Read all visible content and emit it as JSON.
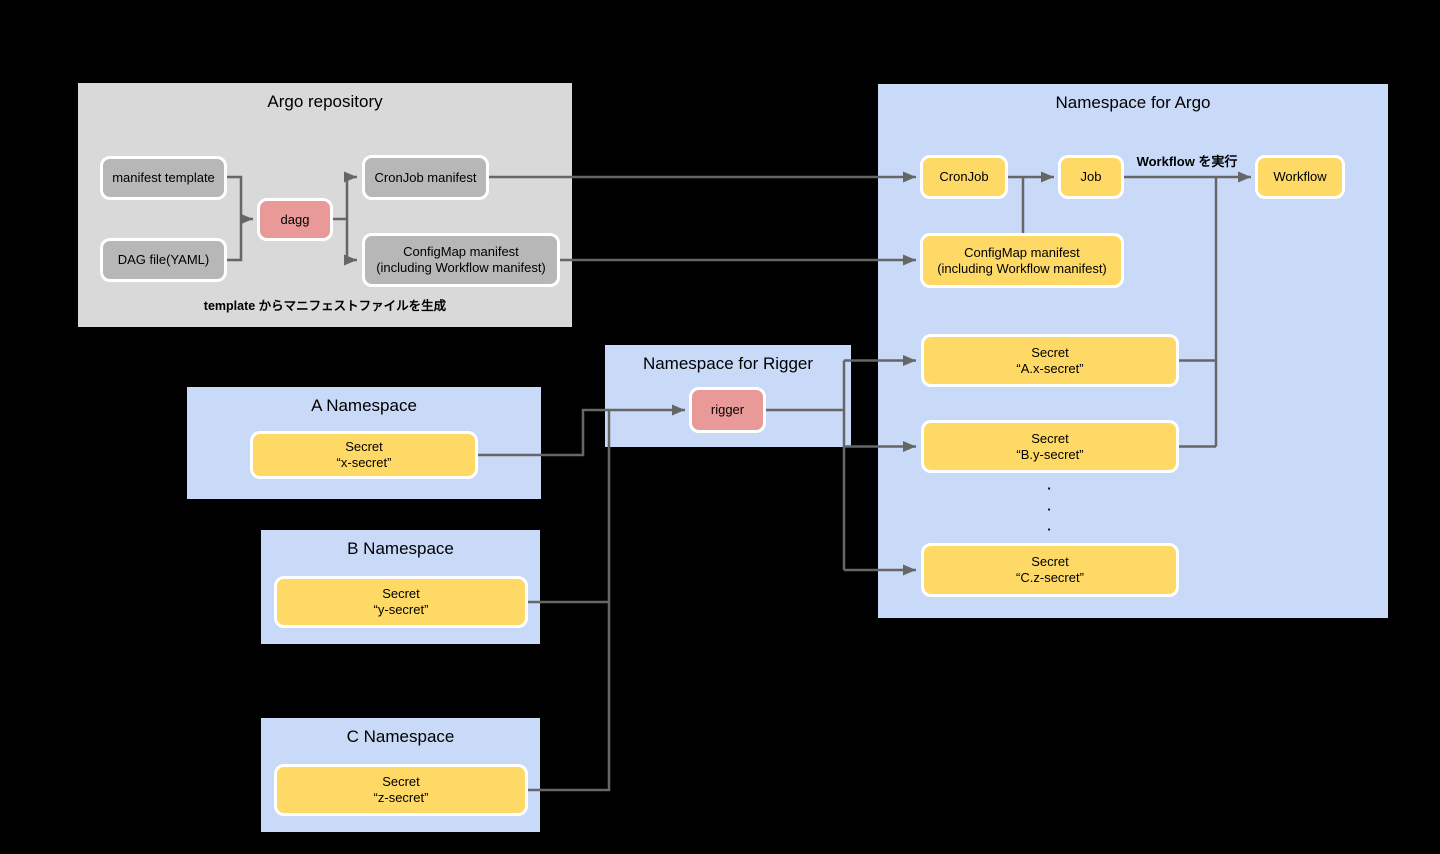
{
  "colors": {
    "bg": "#000000",
    "container_gray": "#d9d9d9",
    "container_blue": "#c9daf8",
    "node_gray": "#b7b7b7",
    "node_yellow": "#ffd966",
    "node_pink": "#ea9999",
    "node_border": "#ffffff",
    "connector": "#666666",
    "text": "#000000"
  },
  "argo_repository": {
    "title": "Argo repository",
    "caption": "template からマニフェストファイルを生成",
    "nodes": {
      "manifest_template": "manifest template",
      "dag_file": "DAG file(YAML)",
      "dagg": "dagg",
      "cronjob_manifest": "CronJob manifest",
      "configmap_manifest": "ConfigMap manifest\n(including Workflow manifest)"
    }
  },
  "namespace_for_argo": {
    "title": "Namespace for Argo",
    "workflow_run_label": "Workflow を実行",
    "ellipsis": "▪\n▪\n▪",
    "nodes": {
      "cronjob": "CronJob",
      "job": "Job",
      "workflow": "Workflow",
      "configmap_manifest": "ConfigMap manifest\n(including Workflow manifest)",
      "secret_ax": "Secret\n“A.x-secret”",
      "secret_by": "Secret\n“B.y-secret”",
      "secret_cz": "Secret\n“C.z-secret”"
    }
  },
  "namespace_for_rigger": {
    "title": "Namespace for Rigger",
    "nodes": {
      "rigger": "rigger"
    }
  },
  "a_namespace": {
    "title": "A Namespace",
    "nodes": {
      "secret_x": "Secret\n“x-secret”"
    }
  },
  "b_namespace": {
    "title": "B Namespace",
    "nodes": {
      "secret_y": "Secret\n“y-secret”"
    }
  },
  "c_namespace": {
    "title": "C Namespace",
    "nodes": {
      "secret_z": "Secret\n“z-secret”"
    }
  }
}
